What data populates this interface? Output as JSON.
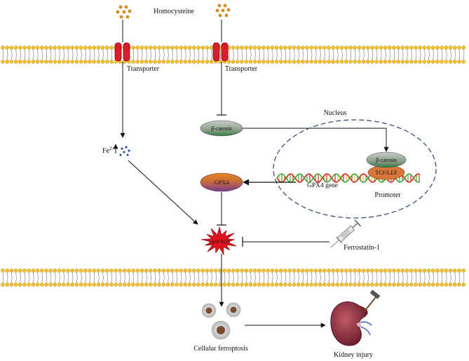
{
  "labels": {
    "homocysteine": "Homocysteine",
    "transporter_left": "Transporter",
    "transporter_right": "Transporter",
    "nucleus": "Nucleus",
    "beta_catenin": "β-catenin",
    "beta_catenin_nuclear": "β-catenin",
    "tcf_lef": "TCF/LEF",
    "promoter": "Promoter",
    "gpx4": "GPX4",
    "gpx4_gene": "GPX4 gene",
    "fe_ion": "Fe",
    "fe_superscript": "2+",
    "lipid_ros": "Lipid ROS",
    "ferrostatin": "Ferrostatin-1",
    "cellular_ferroptosis": "Cellular ferroptosis",
    "kidney_injury": "Kidney injury"
  },
  "colors": {
    "membrane_head": "#f0c030",
    "membrane_head_edge": "#b58a10",
    "membrane_tail": "#8a8a8a",
    "transporter": "#d81e2a",
    "homocysteine_dot": "#d68a1c",
    "beta_catenin_fill": "#9aa89a",
    "beta_catenin_dark": "#58705a",
    "gpx4_top": "#e8891c",
    "gpx4_bottom": "#7a3c8c",
    "lipid_ros_burst": "#e0141e",
    "nucleus_border": "#3a4e78",
    "tcf_lef": "#d9763a",
    "dna_red": "#d8281e",
    "dna_green": "#3aa83a",
    "dna_yellow": "#f0c020",
    "fe_dots": "#3050a0",
    "cell_fill": "#cfcfcf",
    "cell_nucleus": "#7a4a2a",
    "kidney": "#8e3442",
    "syringe": "#999999"
  },
  "icons": [
    "homocysteine-dots",
    "transporter-channel",
    "syringe-icon",
    "cell-icon",
    "kidney-icon",
    "hammer-icon"
  ]
}
